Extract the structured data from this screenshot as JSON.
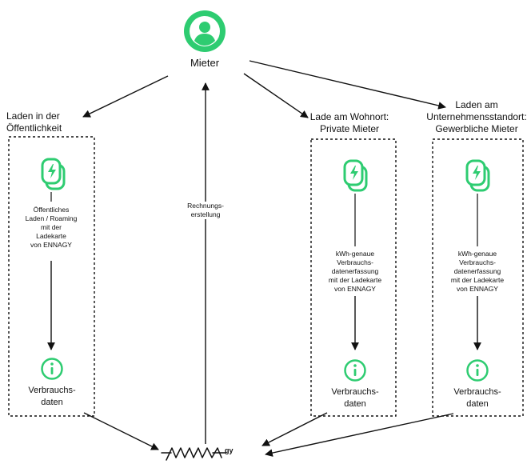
{
  "colors": {
    "accent": "#2ecc71",
    "line": "#111111",
    "box_border": "#111111"
  },
  "tenant": {
    "label": "Mieter",
    "icon": "user-avatar-icon"
  },
  "billing": {
    "label_line1": "Rechnungs-",
    "label_line2": "erstellung"
  },
  "columns": [
    {
      "id": "public",
      "heading_line1": "Laden in der",
      "heading_line2": "Öffentlichkeit",
      "charge_icon": "charging-card-icon",
      "description": [
        "Öffentliches",
        "Laden / Roaming",
        "mit der",
        "Ladekarte",
        "von ENNAGY"
      ],
      "info_icon": "info-icon",
      "result_line1": "Verbrauchs-",
      "result_line2": "daten"
    },
    {
      "id": "home",
      "heading_line1": "Lade am Wohnort:",
      "heading_line2": "Private Mieter",
      "charge_icon": "charging-card-icon",
      "description": [
        "kWh-genaue",
        "Verbrauchs-",
        "datenerfassung",
        "mit der Ladekarte",
        "von ENNAGY"
      ],
      "info_icon": "info-icon",
      "result_line1": "Verbrauchs-",
      "result_line2": "daten"
    },
    {
      "id": "business",
      "heading_line1": "Laden am",
      "heading_line2": "Unternehmensstandort:",
      "heading_line3": "Gewerbliche Mieter",
      "charge_icon": "charging-card-icon",
      "description": [
        "kWh-genaue",
        "Verbrauchs-",
        "datenerfassung",
        "mit der Ladekarte",
        "von ENNAGY"
      ],
      "info_icon": "info-icon",
      "result_line1": "Verbrauchs-",
      "result_line2": "daten"
    }
  ],
  "logo": {
    "text": "ennagy",
    "icon": "ennagy-logo"
  }
}
